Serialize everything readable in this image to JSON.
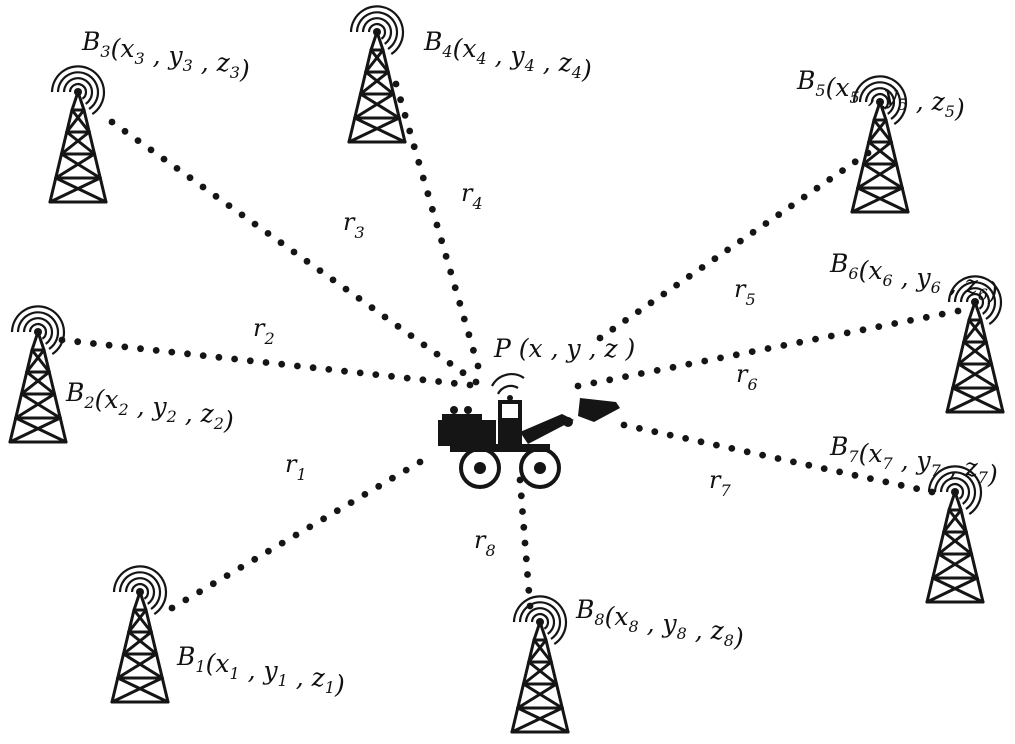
{
  "stations": [
    {
      "id": "B1",
      "letter": "B",
      "index": "1",
      "coords": "x1, y1, z1",
      "icon": "radio-tower-icon"
    },
    {
      "id": "B2",
      "letter": "B",
      "index": "2",
      "coords": "x2, y2, z2",
      "icon": "radio-tower-icon"
    },
    {
      "id": "B3",
      "letter": "B",
      "index": "3",
      "coords": "x3, y3, z3",
      "icon": "radio-tower-icon"
    },
    {
      "id": "B4",
      "letter": "B",
      "index": "4",
      "coords": "x4, y4, z4",
      "icon": "radio-tower-icon"
    },
    {
      "id": "B5",
      "letter": "B",
      "index": "5",
      "coords": "x5, y5, z5",
      "icon": "radio-tower-icon"
    },
    {
      "id": "B6",
      "letter": "B",
      "index": "6",
      "coords": "x6, y6, z6",
      "icon": "radio-tower-icon"
    },
    {
      "id": "B7",
      "letter": "B",
      "index": "7",
      "coords": "x7, y7, z7",
      "icon": "radio-tower-icon"
    },
    {
      "id": "B8",
      "letter": "B",
      "index": "8",
      "coords": "x8, y8, z8",
      "icon": "radio-tower-icon"
    }
  ],
  "ranges": [
    {
      "letter": "r",
      "index": "1"
    },
    {
      "letter": "r",
      "index": "2"
    },
    {
      "letter": "r",
      "index": "3"
    },
    {
      "letter": "r",
      "index": "4"
    },
    {
      "letter": "r",
      "index": "5"
    },
    {
      "letter": "r",
      "index": "6"
    },
    {
      "letter": "r",
      "index": "7"
    },
    {
      "letter": "r",
      "index": "8"
    }
  ],
  "target": {
    "label": "P (x , y , z )",
    "icon": "wheel-loader-icon"
  },
  "colors": {
    "ink": "#151515",
    "background": "#ffffff"
  }
}
